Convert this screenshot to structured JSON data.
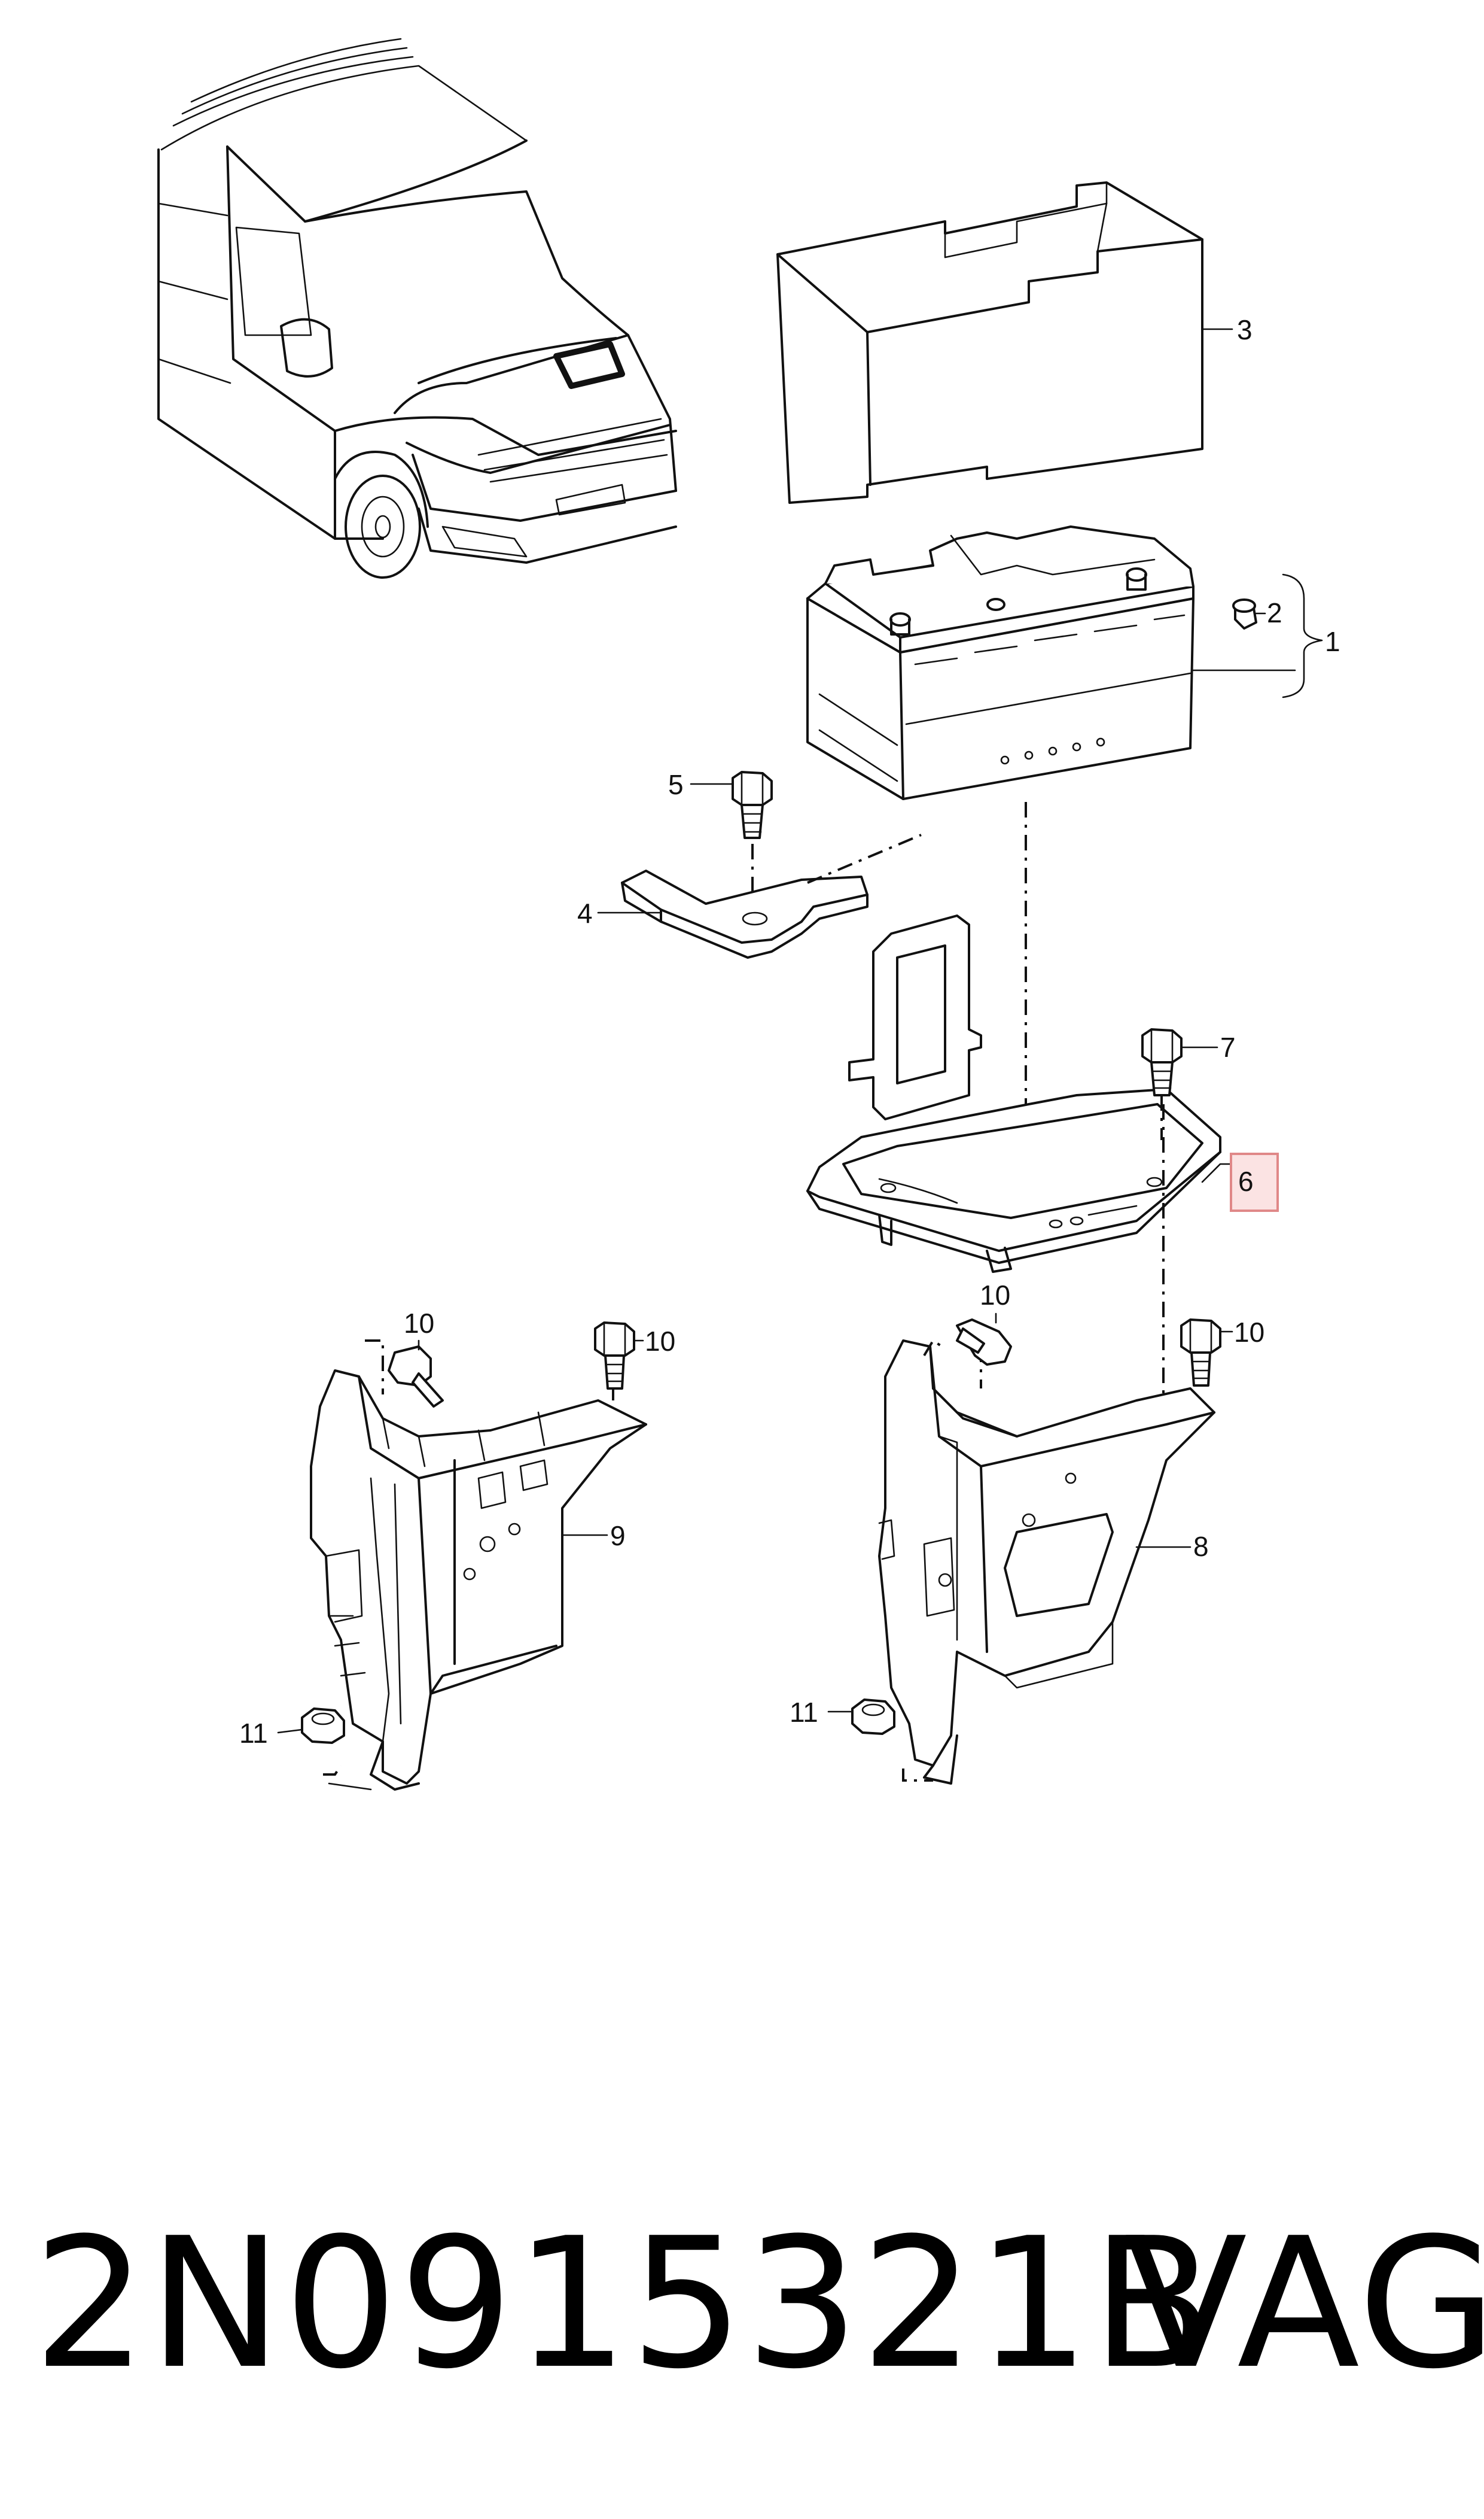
{
  "callouts": {
    "c1": "1",
    "c2": "2",
    "c3": "3",
    "c4": "4",
    "c5": "5",
    "c6": "6",
    "c7": "7",
    "c8": "8",
    "c9": "9",
    "c10a": "10",
    "c10b": "10",
    "c10c": "10",
    "c10d": "10",
    "c11a": "11",
    "c11b": "11"
  },
  "highlighted_callout": "6",
  "highlight_color": "#fbe3e3",
  "footer": {
    "part_number": "2N0915321B",
    "brand": "VAG"
  }
}
